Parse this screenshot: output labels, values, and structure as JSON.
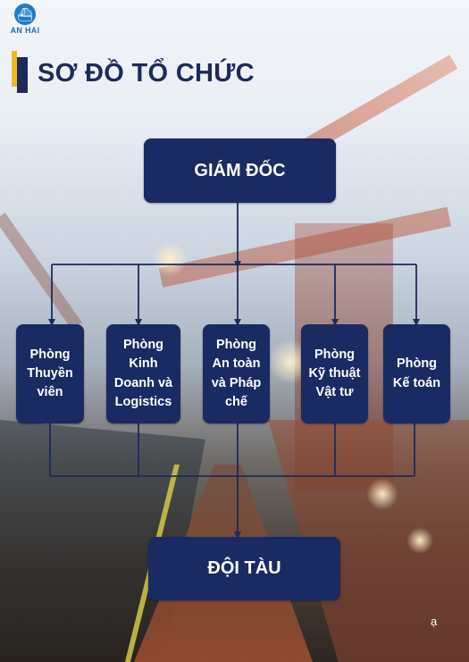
{
  "logo": {
    "name": "AN HAI",
    "icon": "ship-icon"
  },
  "title": "SƠ ĐỒ TỔ CHỨC",
  "org_chart": {
    "top": "GIÁM ĐỐC",
    "departments": [
      "Phòng\nThuyền\nviên",
      "Phòng\nKinh\nDoanh và\nLogistics",
      "Phòng\nAn toàn\nvà Pháp\nchế",
      "Phòng\nKỹ thuật\nVật tư",
      "Phòng\nKế toán"
    ],
    "bottom": "ĐỘI TÀU"
  },
  "page_mark": "ạ",
  "colors": {
    "box": "#1a2a62",
    "connector": "#1c2a5c",
    "accent": "#f2b71e",
    "title": "#1c2a5c"
  }
}
